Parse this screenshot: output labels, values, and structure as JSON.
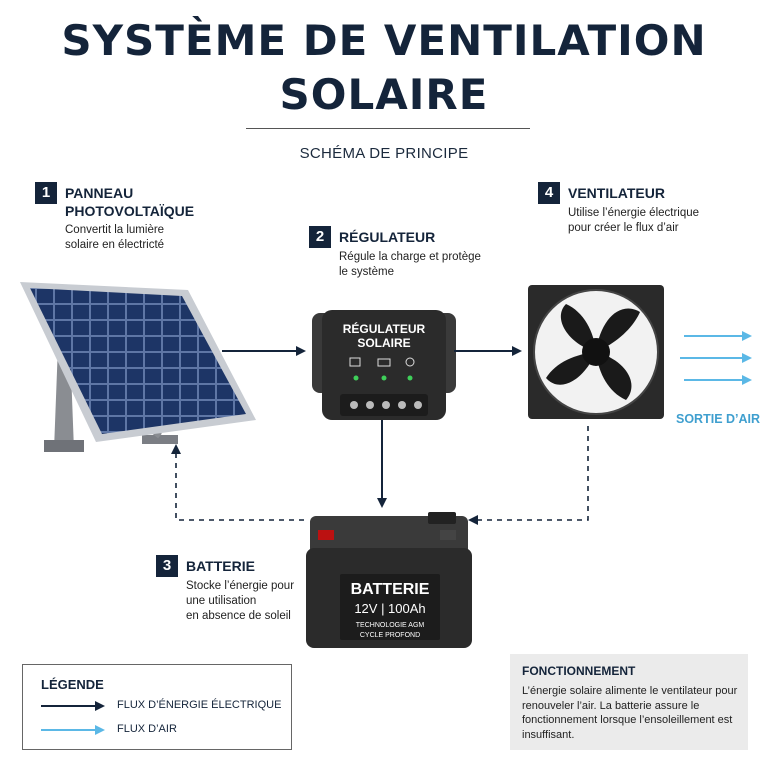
{
  "title": "SYSTÈME DE VENTILATION SOLAIRE",
  "subtitle": "SCHÉMA DE PRINCIPE",
  "steps": [
    {
      "num": "1",
      "title": "PANNEAU\nPHOTOVOLTAÏQUE",
      "desc": "Convertit la lumière\nsolaire en électricté"
    },
    {
      "num": "2",
      "title": "RÉGULATEUR",
      "desc": "Régule la charge et protège\nle système"
    },
    {
      "num": "3",
      "title": "BATTERIE",
      "desc": "Stocke l’énergie pour\nune utilisation\nen absence de soleil"
    },
    {
      "num": "4",
      "title": "VENTILATEUR",
      "desc": "Utilise l’énergie électrique\npour créer le flux d’air"
    }
  ],
  "regulator": {
    "label_line1": "RÉGULATEUR",
    "label_line2": "SOLAIRE"
  },
  "battery": {
    "label": "BATTERIE",
    "spec": "12V | 100Ah",
    "tech_line1": "TECHNOLOGIE AGM",
    "tech_line2": "CYCLE PROFOND"
  },
  "air_output_label": "SORTIE D’AIR",
  "legend": {
    "title": "LÉGENDE",
    "items": [
      {
        "label": "FLUX D’ÉNERGIE ÉLECTRIQUE",
        "color": "#14243a"
      },
      {
        "label": "FLUX D’AIR",
        "color": "#5bb8e6"
      }
    ]
  },
  "info": {
    "title": "FONCTIONNEMENT",
    "text": "L’énergie solaire alimente le ventilateur pour renouveler l’air. La batterie assure le fonctionnement lorsque l’ensoleillement est insuffisant."
  },
  "colors": {
    "navy": "#14243a",
    "air": "#5bb8e6",
    "panel": "#1d3566",
    "device": "#2b2b2b"
  }
}
